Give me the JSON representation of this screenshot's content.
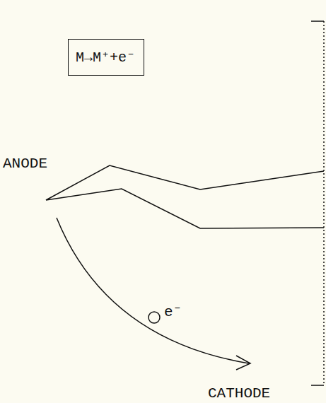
{
  "diagram": {
    "nodes": [
      {
        "text": [
          "M→M⁺+e⁻"
        ]
      }
    ],
    "labels": [
      "ANODE",
      "e⁻",
      "CATHODE"
    ]
  }
}
